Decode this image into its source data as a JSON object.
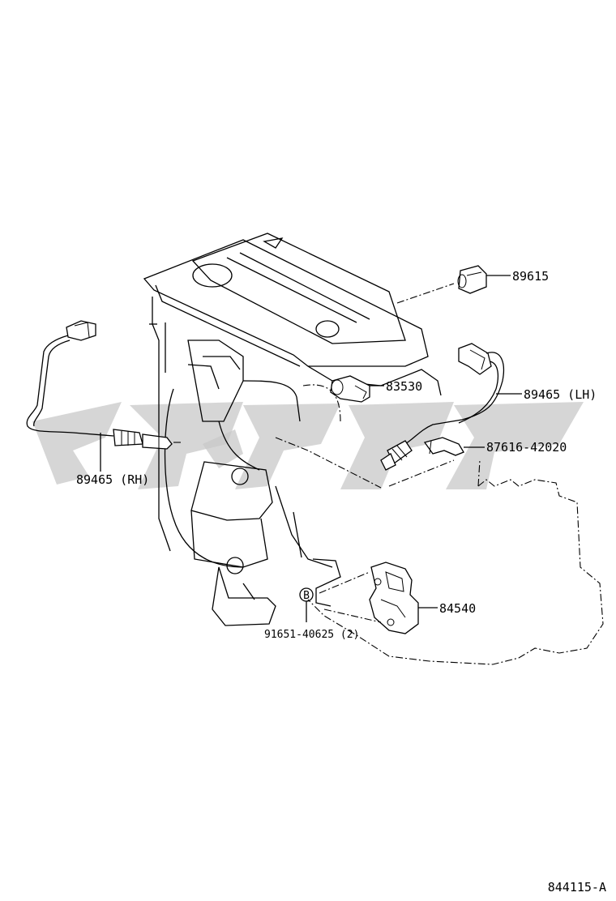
{
  "diagram": {
    "callouts": {
      "p89615": "89615",
      "p83530": "83530",
      "p89465_lh": "89465 (LH)",
      "p87616": "87616-42020",
      "p89465_rh": "89465 (RH)",
      "p84540": "84540",
      "p91651": "91651-40625 (2)",
      "ref_b": "B"
    },
    "figure_number": "844115-A"
  }
}
